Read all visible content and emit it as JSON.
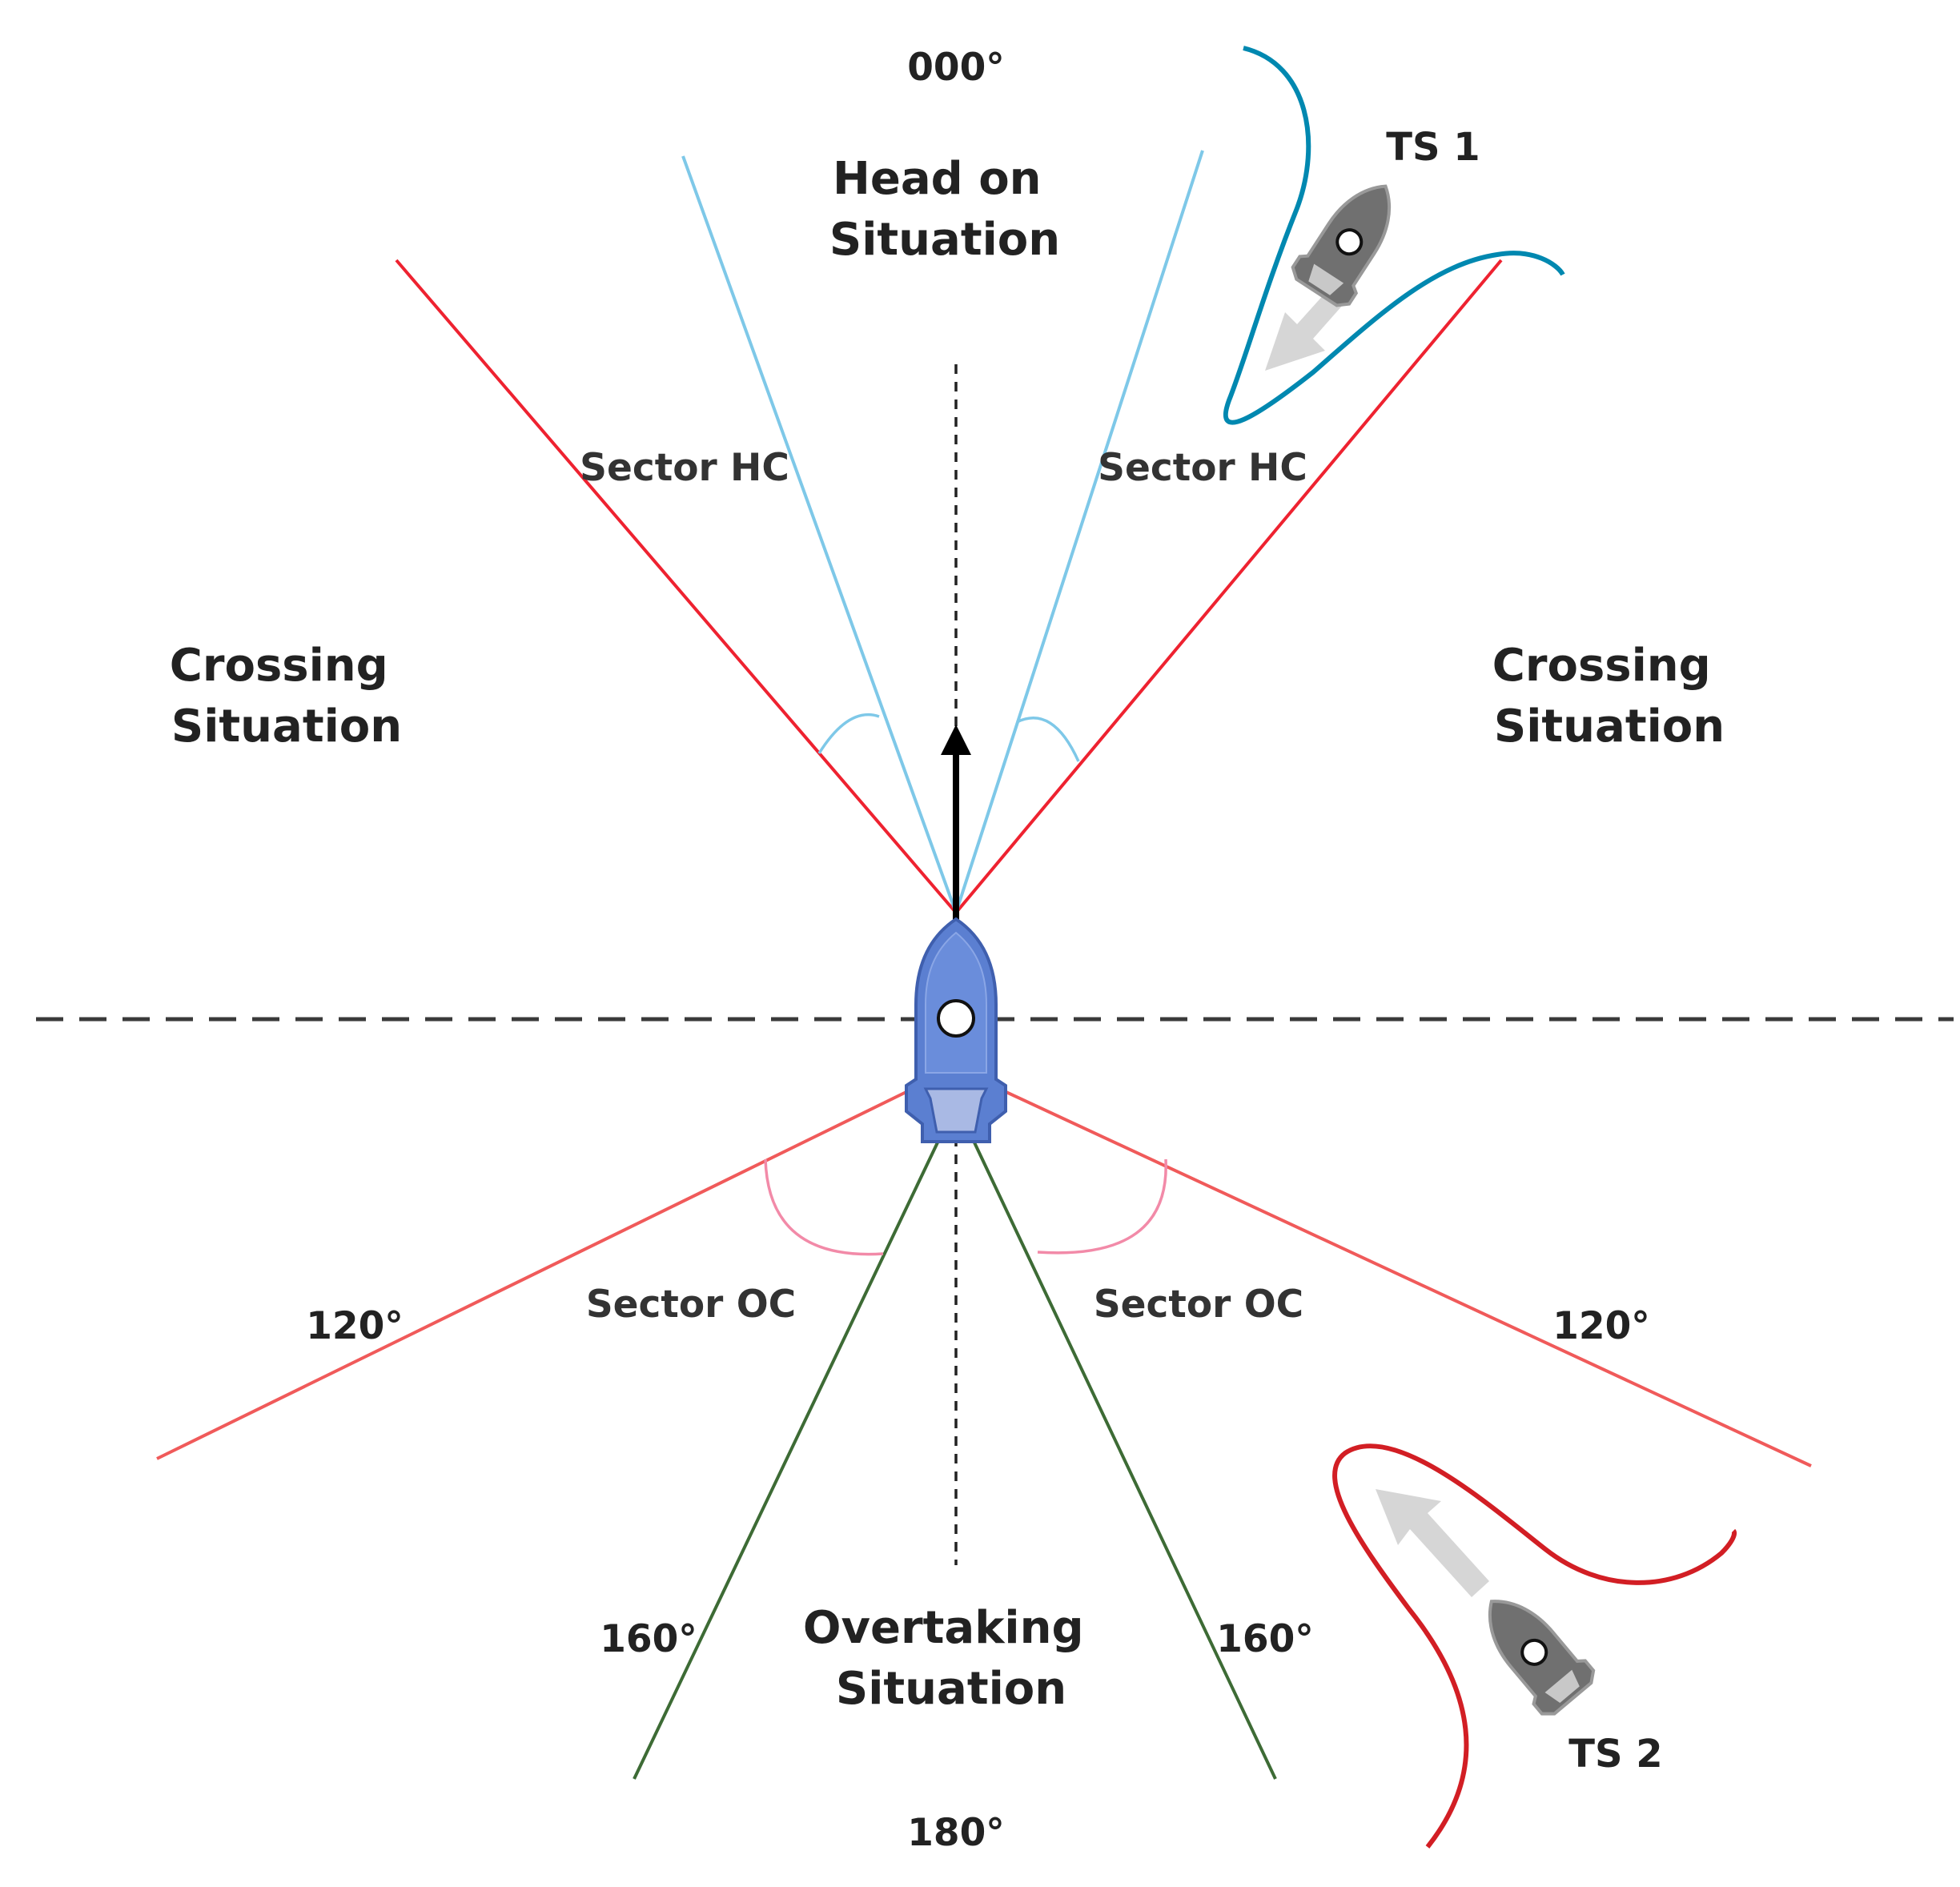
{
  "labels": {
    "heading_000": "000°",
    "heading_180": "180°",
    "head_on": [
      "Head on",
      "Situation"
    ],
    "crossing_left": [
      "Crossing",
      "Situation"
    ],
    "crossing_right": [
      "Crossing",
      "Situation"
    ],
    "overtaking": [
      "Overtaking",
      "Situation"
    ],
    "sector_hc": "Sector HC",
    "sector_oc": "Sector OC",
    "deg_120": "120°",
    "deg_160": "160°",
    "ts1": "TS 1",
    "ts2": "TS 2"
  },
  "colors": {
    "crossing_boundary": "#ee2230",
    "head_on_boundary": "#7ec8e8",
    "overtaking_boundary_red": "#f05a5a",
    "overtaking_boundary_green": "#3d6b35",
    "own_ship": "#5b7fd1",
    "ts1_track": "#0088b0",
    "ts2_track": "#d21e24",
    "target_ship": "#555555"
  }
}
